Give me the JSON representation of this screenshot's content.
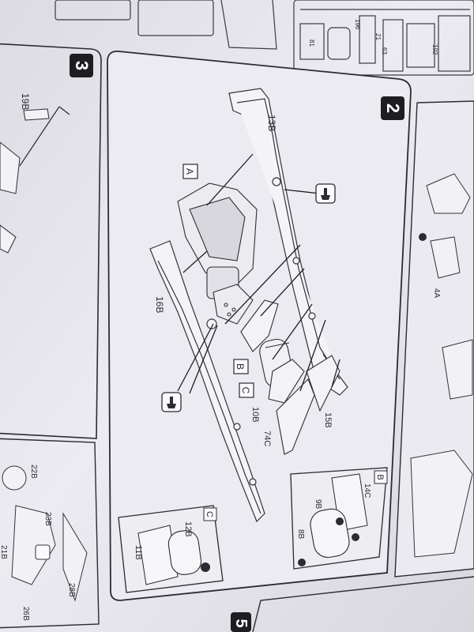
{
  "steps": {
    "step2": "2",
    "step3": "3",
    "step5": "5"
  },
  "callouts": {
    "a": "A",
    "b": "B",
    "c": "C"
  },
  "part_labels": {
    "p13b": "13B",
    "p16b": "16B",
    "p19b": "19B",
    "p10b": "10B",
    "p74c": "74C",
    "p15b": "15B",
    "p12b": "12B",
    "p11b": "11B",
    "p14c": "14C",
    "p9b": "9B",
    "p8b": "8B",
    "p22b": "22B",
    "p23b": "23B",
    "p28b": "28B",
    "p26b": "26B",
    "p21b": "21B",
    "p4a": "4A"
  },
  "sprue_labels": {
    "s196": "196",
    "s81": "81",
    "s63": "63",
    "s102": "102",
    "s21": "21"
  },
  "colors": {
    "paper": "#e9e8ef",
    "paper_shadow": "#c9c7d0",
    "ink": "#2b2b33",
    "step_badge": "#1e1e22"
  },
  "icons": [
    "glue-tube-icon",
    "glue-tube-icon",
    "circled-a-icon",
    "circled-g-icon"
  ]
}
